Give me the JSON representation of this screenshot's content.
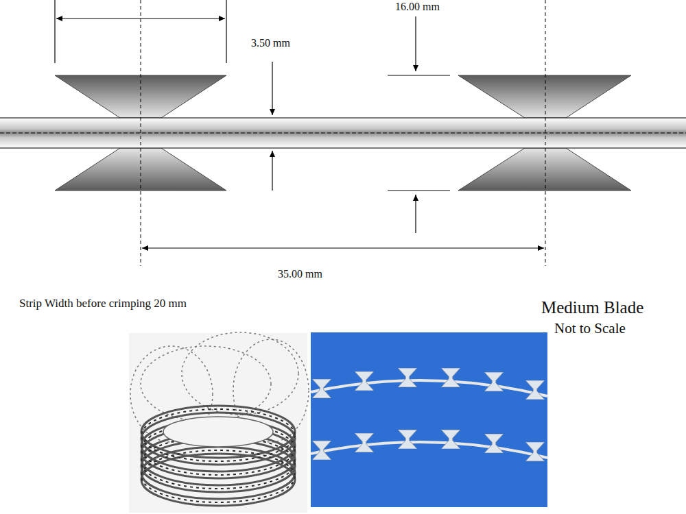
{
  "diagram": {
    "labels": [
      "16.00 mm",
      "3.50 mm",
      "35.00 mm",
      "Strip Width before crimping 20 mm",
      "Medium Blade",
      "Not to Scale"
    ]
  }
}
